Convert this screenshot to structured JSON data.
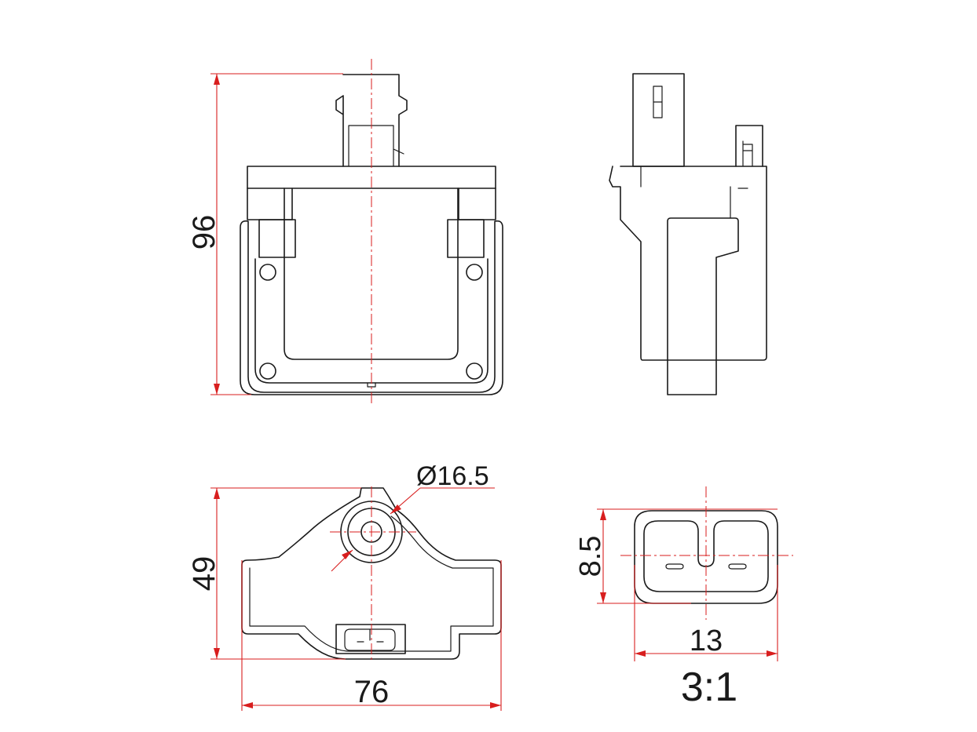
{
  "dimensions": {
    "height_front": "96",
    "height_bottom": "49",
    "width_bottom": "76",
    "hole_diameter": "Ø16.5",
    "connector_height": "8.5",
    "connector_width": "13",
    "scale": "3:1"
  },
  "colors": {
    "outline": "#1a1a1a",
    "dimension": "#d81e1e",
    "background": "#ffffff"
  }
}
